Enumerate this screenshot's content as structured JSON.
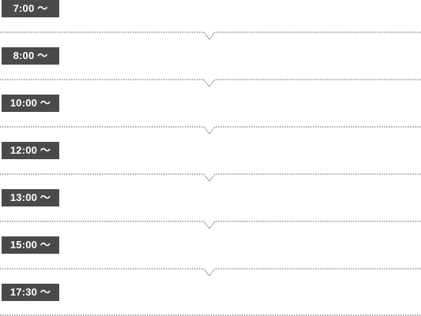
{
  "schedule": {
    "slots": [
      {
        "time": "7:00 〜"
      },
      {
        "time": "8:00 〜"
      },
      {
        "time": "10:00 〜"
      },
      {
        "time": "12:00 〜"
      },
      {
        "time": "13:00 〜"
      },
      {
        "time": "15:00 〜"
      },
      {
        "time": "17:30 〜"
      }
    ]
  },
  "colors": {
    "label_bg": "#4a4a4a",
    "label_text": "#ffffff",
    "divider": "#555555"
  },
  "icons": {
    "divider_notch": "chevron-down-icon"
  }
}
